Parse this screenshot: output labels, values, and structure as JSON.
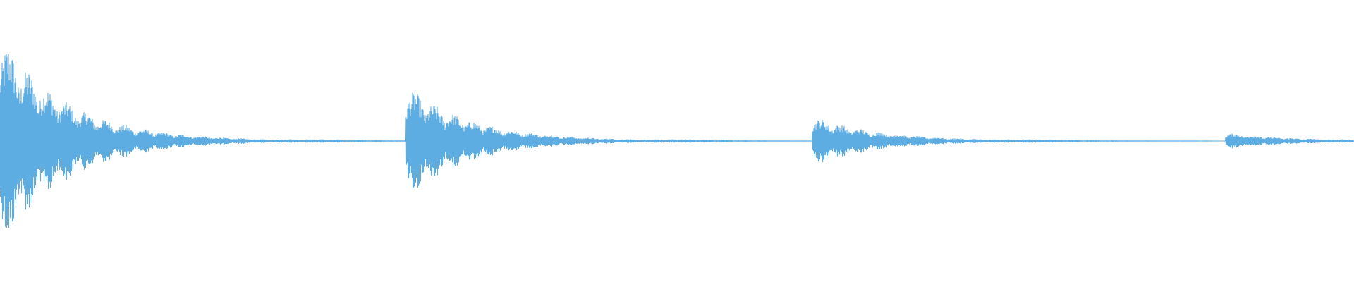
{
  "waveform": {
    "color": "#5dade2",
    "background": "#ffffff",
    "bursts": [
      {
        "start": 0.0,
        "peak": 0.78
      },
      {
        "start": 0.3,
        "peak": 0.4
      },
      {
        "start": 0.6,
        "peak": 0.18
      },
      {
        "start": 0.905,
        "peak": 0.06
      }
    ]
  }
}
